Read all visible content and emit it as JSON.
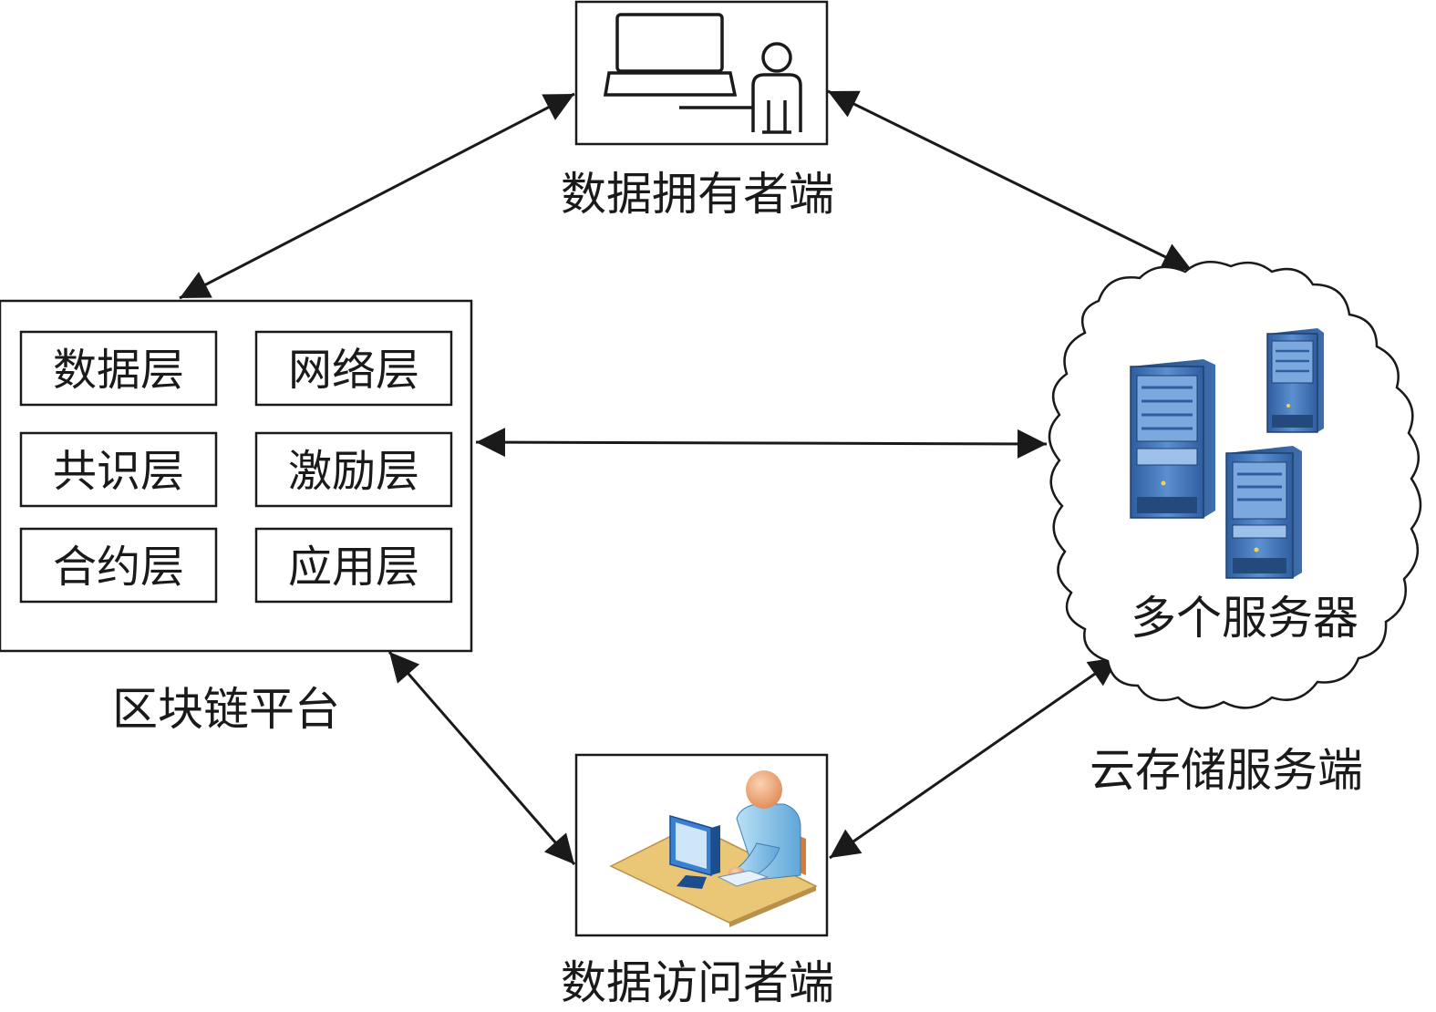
{
  "nodes": {
    "owner": {
      "label": "数据拥有者端",
      "icon": "laptop-user-icon"
    },
    "accessor": {
      "label": "数据访问者端",
      "icon": "user-at-computer-icon"
    },
    "blockchain": {
      "label": "区块链平台",
      "layers": [
        "数据层",
        "网络层",
        "共识层",
        "激励层",
        "合约层",
        "应用层"
      ]
    },
    "cloud": {
      "label": "云存储服务端",
      "inner_label": "多个服务器",
      "icon": "server-icon"
    }
  },
  "edges": [
    {
      "from": "owner",
      "to": "blockchain",
      "direction": "both"
    },
    {
      "from": "owner",
      "to": "cloud",
      "direction": "both"
    },
    {
      "from": "blockchain",
      "to": "cloud",
      "direction": "both"
    },
    {
      "from": "blockchain",
      "to": "accessor",
      "direction": "both"
    },
    {
      "from": "cloud",
      "to": "accessor",
      "direction": "both"
    }
  ],
  "colors": {
    "line": "#1a1a1a",
    "server_body": "#3d6fb3",
    "server_panel": "#6a9bd6",
    "user_skin": "#f4a97a",
    "user_shirt": "#8fc3e8",
    "desk": "#e9c776"
  }
}
